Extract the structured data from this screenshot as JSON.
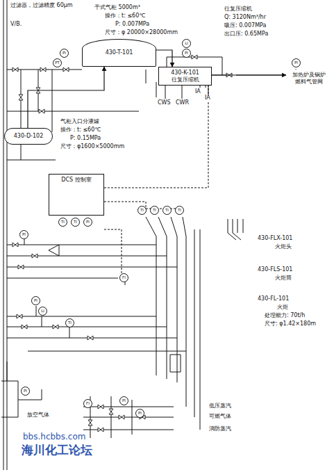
{
  "diagram": {
    "nodes": [
      {
        "text": [
          "430-T-101"
        ]
      },
      {
        "text": [
          "430-K-101",
          "往复压缩机"
        ]
      },
      {
        "text": [
          "加热炉及锅炉 燃料气管网"
        ]
      },
      {
        "text": [
          "430-D-102"
        ]
      },
      {
        "text": [
          "DCS 控制室"
        ]
      }
    ],
    "edges": [
      {
        "from": 0,
        "to": 1,
        "arrow": "to"
      },
      {
        "from": 1,
        "to": 2,
        "arrow": "to"
      },
      {
        "from": 3,
        "to": 0,
        "arrow": "to"
      }
    ],
    "labels": [
      "V/B.",
      "过滤器，过滤精度 60μm",
      "干式气柜 5000m³",
      "操作：t: ≤60℃",
      "P: 0.007MPa",
      "尺寸：φ 20000×28000mm",
      "往复压缩机",
      "Q: 3120Nm³/hr",
      "吸压: 0.007MPa",
      "出口压: 0.65MPa",
      "CWS",
      "CWR",
      "IA",
      "IA",
      "气柜入口分液罐",
      "操作：t: ≤60℃",
      "P: 0.15MPa",
      "尺寸：φ1600×5000mm",
      "430-FLX-101",
      "火炬头",
      "430-FLS-101",
      "火炬筒",
      "430-FL-101",
      "火炬",
      "处理能力: 70t/h",
      "尺寸: φ1.42×180m",
      "低压蒸汽",
      "可燃气体",
      "消防蒸汽",
      "放空气体",
      "bbs.hcbbs.com",
      "海川化工论坛",
      "PI",
      "PT",
      "LI",
      "PI",
      "PI",
      "TI",
      "TI",
      "TI",
      "TI",
      "TI",
      "TI",
      "PI",
      "FI",
      "PI",
      "PI",
      "LI",
      "TI",
      "PI",
      "PI",
      "FI",
      "PI"
    ]
  }
}
